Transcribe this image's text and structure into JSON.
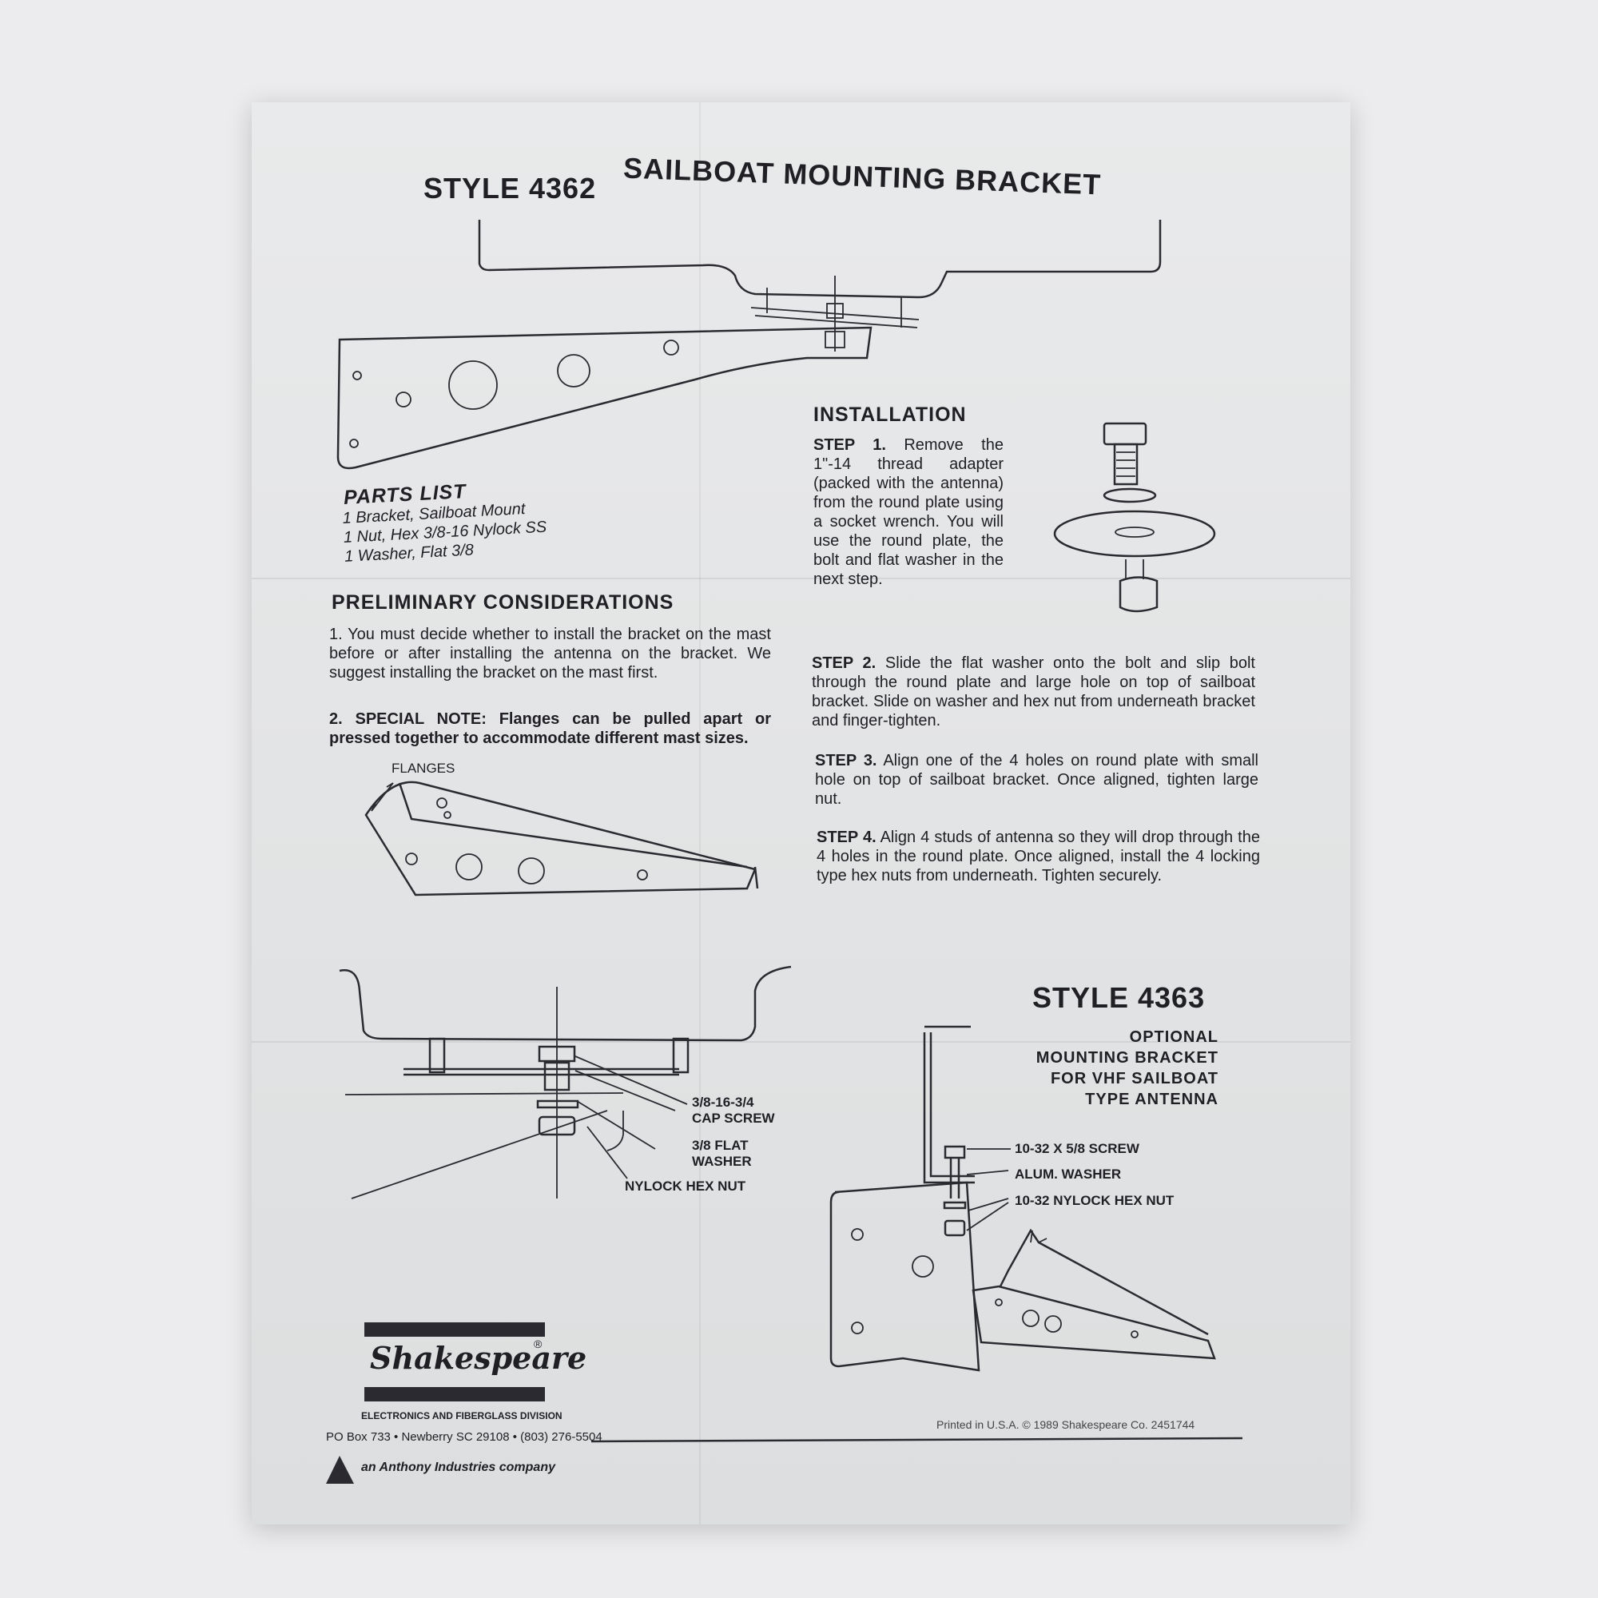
{
  "document": {
    "title_style": "STYLE 4362",
    "title_main": "SAILBOAT MOUNTING BRACKET",
    "parts_list": {
      "heading": "PARTS LIST",
      "items": [
        "1 Bracket, Sailboat Mount",
        "1 Nut, Hex 3/8-16 Nylock SS",
        "1 Washer, Flat 3/8"
      ]
    },
    "preliminary": {
      "heading": "PRELIMINARY CONSIDERATIONS",
      "item1": "1. You must decide whether to install the bracket on the mast before or after installing the antenna on the bracket. We suggest installing the bracket on the mast first.",
      "item2": "2. SPECIAL NOTE: Flanges can be pulled apart or pressed together to accommodate different mast sizes.",
      "flanges_label": "FLANGES"
    },
    "installation": {
      "heading": "INSTALLATION",
      "step1_label": "STEP 1.",
      "step1_text": "Remove the 1\"-14 thread adapter (packed with the antenna) from the round plate using a socket wrench. You will use the round plate, the bolt and flat washer in the next step.",
      "step2_label": "STEP 2.",
      "step2_text": "Slide the flat washer onto the bolt and slip bolt through the round plate and large hole on top of sailboat bracket. Slide on washer and hex nut from underneath bracket and finger-tighten.",
      "step3_label": "STEP 3.",
      "step3_text": "Align one of the 4 holes on round plate with small hole on top of sailboat bracket. Once aligned, tighten large nut.",
      "step4_label": "STEP 4.",
      "step4_text": "Align 4 studs of antenna so they will drop through the 4 holes in the round plate. Once aligned, install the 4 locking type hex nuts from underneath. Tighten securely."
    },
    "callouts_4362": {
      "cap_screw_1": "3/8-16-3/4",
      "cap_screw_2": "CAP SCREW",
      "washer_1": "3/8 FLAT",
      "washer_2": "WASHER",
      "nut": "NYLOCK HEX NUT"
    },
    "style_4363": {
      "title": "STYLE 4363",
      "line1": "OPTIONAL",
      "line2": "MOUNTING BRACKET",
      "line3": "FOR VHF SAILBOAT",
      "line4": "TYPE ANTENNA",
      "callout_screw": "10-32 X 5/8 SCREW",
      "callout_washer": "ALUM. WASHER",
      "callout_nut": "10-32 NYLOCK HEX NUT"
    },
    "footer": {
      "brand": "Shakespeare",
      "registered": "®",
      "division": "ELECTRONICS AND FIBERGLASS DIVISION",
      "address": "PO Box 733 • Newberry SC 29108 • (803) 276-5504",
      "parent": "an Anthony Industries company",
      "printed": "Printed in U.S.A.  © 1989 Shakespeare Co. 2451744"
    }
  }
}
